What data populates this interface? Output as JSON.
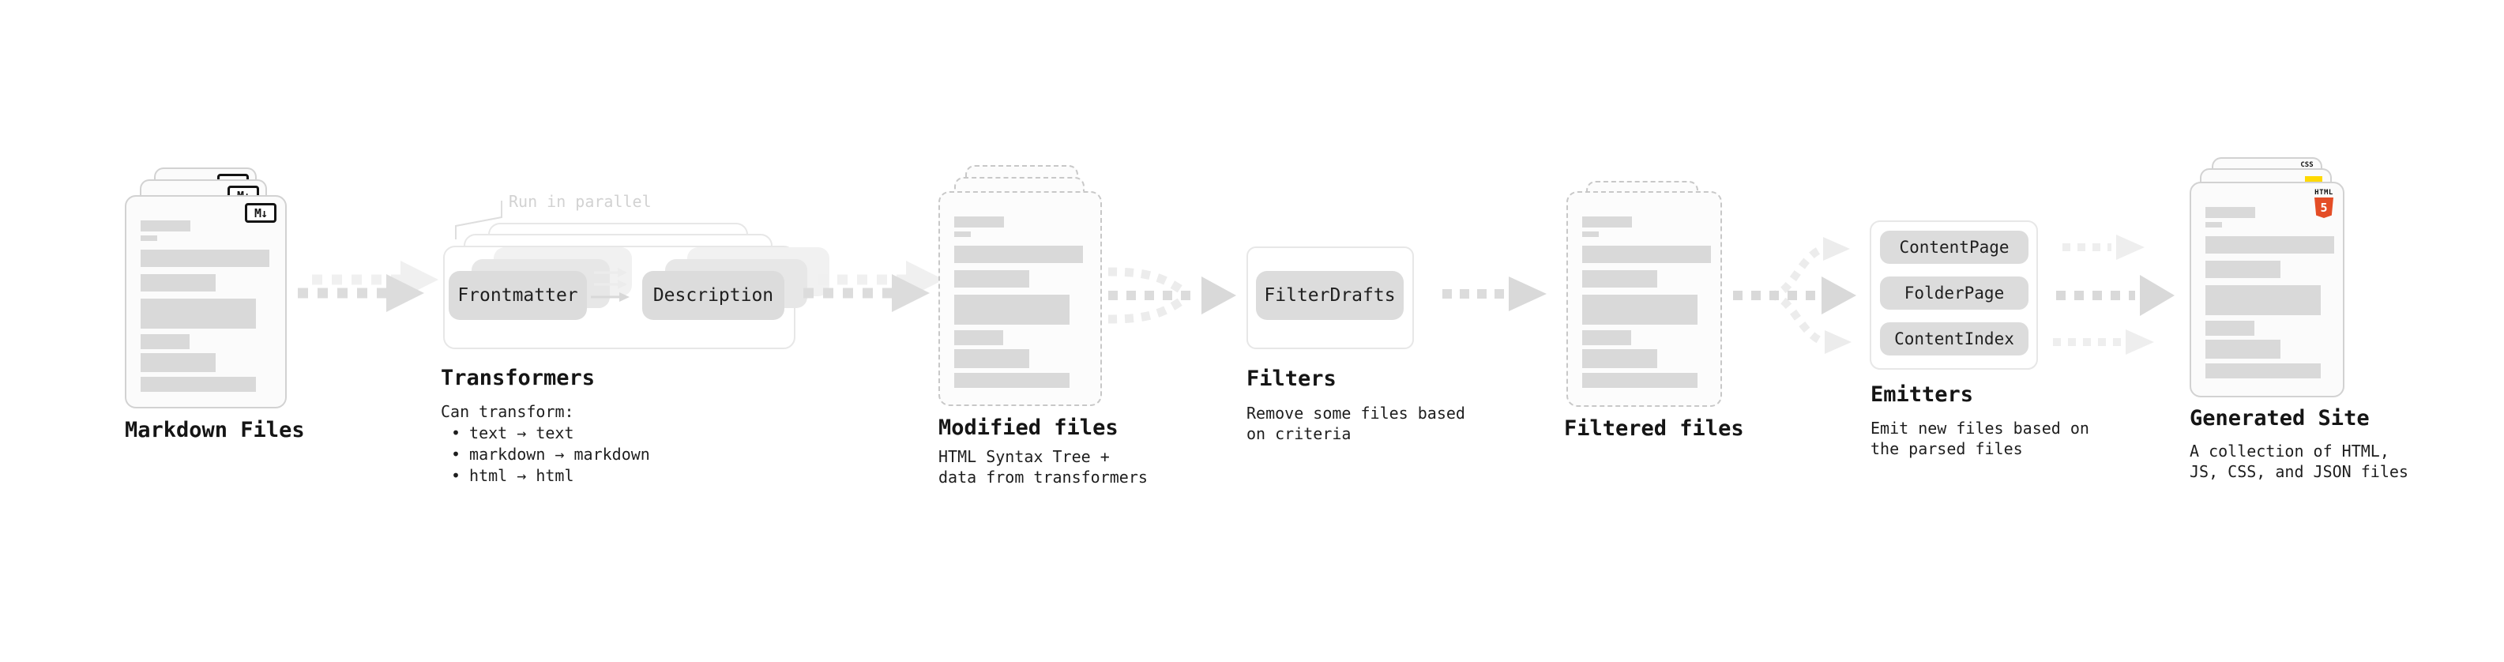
{
  "nodes": {
    "markdown_files": {
      "label": "Markdown Files",
      "badge": "M↓"
    },
    "transformers": {
      "label": "Transformers",
      "annotation": "Run in parallel",
      "pill_left": "Frontmatter",
      "pill_right": "Description",
      "caption_title": "Can transform:",
      "bullet_char": "•",
      "bullets": [
        "text → text",
        "markdown → markdown",
        "html → html"
      ]
    },
    "modified_files": {
      "label": "Modified files",
      "caption_line1": "HTML Syntax Tree +",
      "caption_line2": "data from transformers"
    },
    "filters": {
      "label": "Filters",
      "pill": "FilterDrafts",
      "caption_line1": "Remove some files based",
      "caption_line2": "on criteria"
    },
    "filtered_files": {
      "label": "Filtered files"
    },
    "emitters": {
      "label": "Emitters",
      "pills": [
        "ContentPage",
        "FolderPage",
        "ContentIndex"
      ],
      "caption_line1": "Emit new files based on",
      "caption_line2": "the parsed files"
    },
    "generated_site": {
      "label": "Generated Site",
      "caption_line1": "A collection of HTML,",
      "caption_line2": "JS, CSS, and JSON files",
      "css_badge": "CSS",
      "html_badge_text": "HTML",
      "html_badge_number": "5"
    }
  },
  "colors": {
    "bar_gray": "#d9d9d9",
    "arrow_gray": "#dcdcdc",
    "arrow_light": "#efefef",
    "accent_orange": "#e44d26",
    "accent_yellow": "#ffd900",
    "accent_blue": "#2b5cf0"
  }
}
